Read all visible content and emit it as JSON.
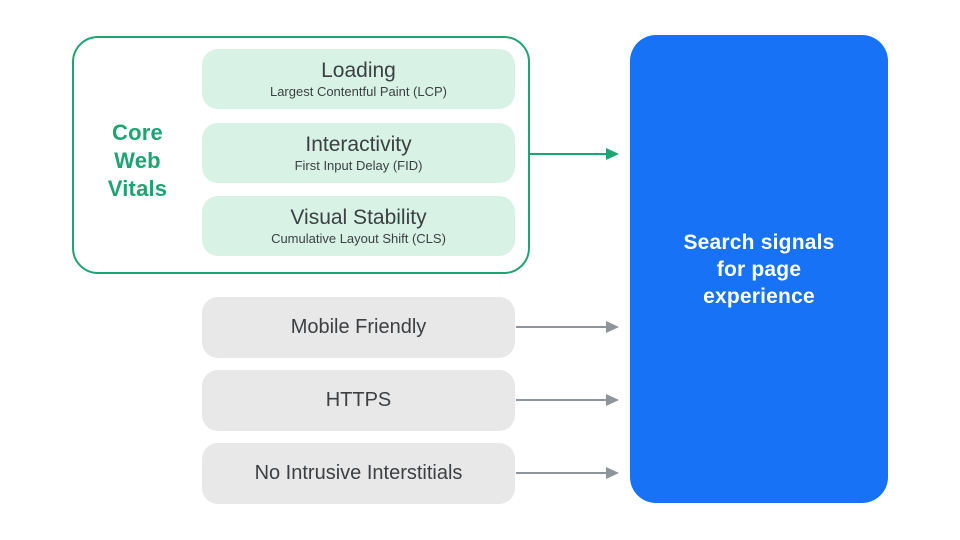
{
  "diagram": {
    "core_web_vitals": {
      "group_label": "Core\nWeb\nVitals",
      "items": [
        {
          "title": "Loading",
          "subtitle": "Largest Contentful Paint (LCP)"
        },
        {
          "title": "Interactivity",
          "subtitle": "First Input Delay (FID)"
        },
        {
          "title": "Visual Stability",
          "subtitle": "Cumulative Layout Shift (CLS)"
        }
      ]
    },
    "other_signals": [
      {
        "label": "Mobile Friendly"
      },
      {
        "label": "HTTPS"
      },
      {
        "label": "No Intrusive Interstitials"
      }
    ],
    "result_box": {
      "label": "Search signals\nfor page\nexperience"
    },
    "colors": {
      "accent_green": "#1EA472",
      "light_green": "#D8F3E6",
      "box_gray": "#E8E8E8",
      "arrow_gray": "#8E959A",
      "accent_blue": "#1772F5",
      "text_dark": "#3C4043",
      "result_text": "#FFFFFF",
      "background": "#FFFFFF"
    }
  }
}
